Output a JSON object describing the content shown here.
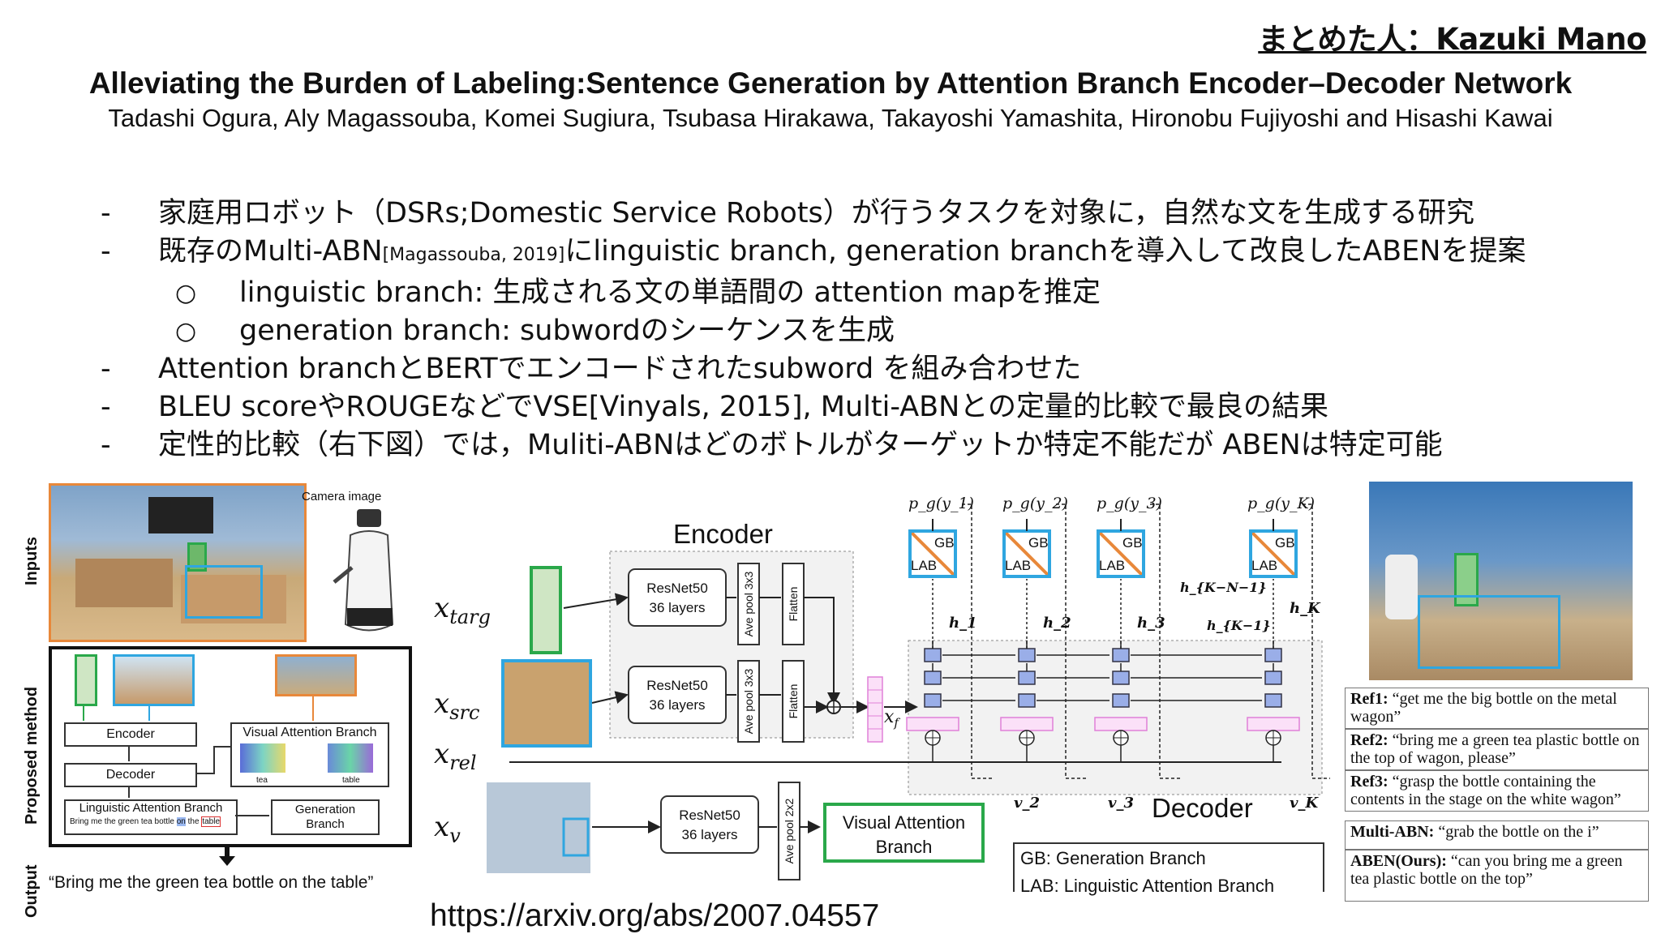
{
  "header": {
    "author_tag": "まとめた人：Kazuki Mano",
    "title": "Alleviating the Burden of Labeling:Sentence Generation by Attention Branch Encoder–Decoder Network",
    "authors": "Tadashi Ogura, Aly Magassouba, Komei Sugiura, Tsubasa Hirakawa, Takayoshi Yamashita, Hironobu Fujiyoshi and Hisashi Kawai"
  },
  "bullets": {
    "b1": "家庭用ロボット（DSRs;Domestic Service Robots）が行うタスクを対象に，自然な文を生成する研究",
    "b2_pre": "既存のMulti-ABN",
    "b2_cite": "[Magassouba, 2019]",
    "b2_post": "にlinguistic branch, generation branchを導入して改良したABENを提案",
    "s1": "linguistic branch: 生成される文の単語間の attention mapを推定",
    "s2": "generation branch: subwordのシーケンスを生成",
    "b3": "Attention branchとBERTでエンコードされたsubword を組み合わせた",
    "b4": "BLEU scoreやROUGEなどでVSE[Vinyals, 2015], Multi-ABNとの定量的比較で最良の結果",
    "b5": "定性的比較（右下図）では，Muliti-ABNはどのボトルがターゲットか特定不能だが ABENは特定可能",
    "dash": "-",
    "circle": "○"
  },
  "left_fig": {
    "label_inputs": "Inputs",
    "label_method": "Proposed method",
    "label_output": "Output",
    "camera": "Camera image",
    "encoder": "Encoder",
    "decoder": "Decoder",
    "vab": "Visual Attention Branch",
    "tea": "tea",
    "table": "table",
    "lab": "Linguistic Attention Branch",
    "lab_sentence_pre": "Bring me the green tea bottle ",
    "lab_on": "on",
    "lab_the": " the ",
    "lab_table": "table",
    "gen1": "Generation",
    "gen2": "Branch",
    "output": "“Bring me the green tea bottle on the table”"
  },
  "arch": {
    "encoder": "Encoder",
    "decoder": "Decoder",
    "x_targ": "x",
    "x_targ_sub": "targ",
    "x_src": "x",
    "x_src_sub": "src",
    "x_rel": "x",
    "x_rel_sub": "rel",
    "x_v": "x",
    "x_v_sub": "v",
    "resnet1": "ResNet50",
    "resnet2": "36 layers",
    "avepool3": "Ave pool 3x3",
    "avepool2": "Ave pool 2x2",
    "flatten": "Flatten",
    "xf": "x",
    "xf_sub": "f",
    "gb": "GB",
    "lab": "LAB",
    "p1": "p_g(y_1)",
    "p2": "p_g(y_2)",
    "p3": "p_g(y_3)",
    "pk": "p_g(y_K)",
    "h1": "h_1",
    "h2": "h_2",
    "h3": "h_3",
    "hk": "h_K",
    "hkn1": "h_{K−N−1}",
    "hk1": "h_{K−1}",
    "v2": "v_2",
    "v3": "v_3",
    "vk": "v_K",
    "vab1": "Visual Attention",
    "vab2": "Branch",
    "legend_gb": "GB: Generation Branch",
    "legend_lab": "LAB: Linguistic Attention Branch"
  },
  "right_fig": {
    "ref1_k": "Ref1:",
    "ref1": " “get me the big bottle on the metal wagon”",
    "ref2_k": "Ref2:",
    "ref2": " “bring me a green tea plastic bottle on the top of wagon,  please”",
    "ref3_k": "Ref3:",
    "ref3": " “grasp the bottle containing the contents in the stage on the white wagon”",
    "mabn_k": "Multi-ABN:",
    "mabn": " “grab the bottle on the i”",
    "aben_k": "ABEN(Ours):",
    "aben": " “can you bring me a green tea plastic bottle on the top”"
  },
  "footer": {
    "url": "https://arxiv.org/abs/2007.04557"
  },
  "colors": {
    "green": "#2aa84a",
    "blue": "#2fa6e0",
    "orange": "#e8883a",
    "node": "#9aaee8",
    "pink": "#f2a8e8"
  }
}
